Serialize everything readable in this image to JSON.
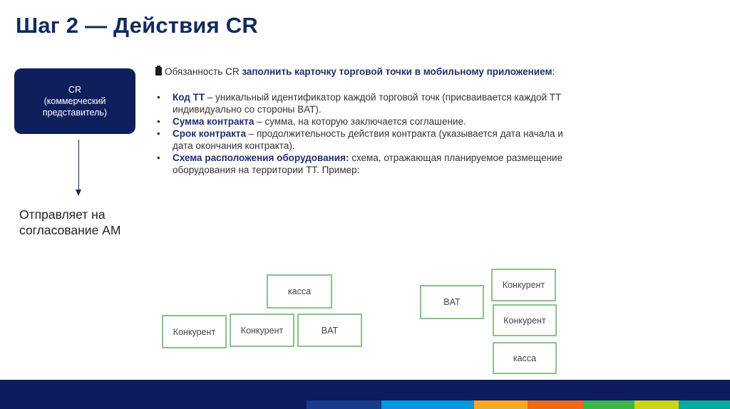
{
  "slide": {
    "title": "Шаг 2 — Действия CR",
    "cr_box": {
      "line1": "CR",
      "line2": "(коммерческий",
      "line3": "представитель)"
    },
    "sends_text": "Отправляет на согласование АМ",
    "description": {
      "intro_plain": "Обязанность CR ",
      "intro_bold": "заполнить карточку торговой точки в мобильному приложением",
      "intro_end": ":",
      "items": [
        {
          "bold": "Код ТТ",
          "text": " – уникальный идентификатор каждой торговой точк (присваивается каждой ТТ индивидуально со стороны BAT)."
        },
        {
          "bold": "Сумма контракта",
          "text": " – сумма, на которую заключается соглашение."
        },
        {
          "bold": "Срок контракта",
          "text": " – продолжительность действия контракта (указывается дата начала и дата окончания контракта)."
        },
        {
          "bold": "Схема расположения оборудования:",
          "text": " схема, отражающая планируемое размещение оборудования на территории ТТ. Пример:"
        }
      ]
    },
    "layout_example_1": {
      "kassa": "касса",
      "konkurent1": "Конкурент",
      "konkurent2": "Конкурент",
      "bat": "BAT"
    },
    "layout_example_2": {
      "bat": "BAT",
      "konkurent1": "Конкурент",
      "konkurent2": "Конкурент",
      "kassa": "касса"
    },
    "bullet_char": "•",
    "colors": {
      "title": "#0f2a5e",
      "cr_box": "#0f1f5c",
      "box_border": "#8dc08d",
      "footer": "#0e1b5e"
    }
  }
}
